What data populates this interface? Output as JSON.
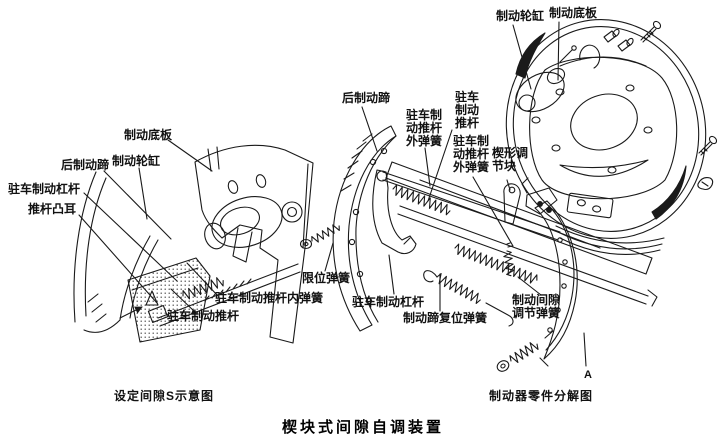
{
  "title": "楔块式间隙自调装置",
  "figures": {
    "left": {
      "caption": "设定间隙S示意图",
      "labels": {
        "backing_plate": "制动底板",
        "wheel_cylinder": "制动轮缸",
        "rear_shoe": "后制动蹄",
        "park_brake_lever": "驻车制动杠杆",
        "pushrod_lug": "推杆凸耳",
        "pushrod_inner_spring": "驻车制动推杆内弹簧",
        "pushrod": "驻车制动推杆"
      }
    },
    "exploded": {
      "caption": "制动器零件分解图",
      "labels": {
        "rear_shoe": "后制动蹄",
        "pushrod_outer_spring_upper": "驻车制动推杆外弹簧",
        "pushrod": "驻车制动推杆",
        "pushrod_outer_spring_lower": "驻车制动推杆外弹簧",
        "wedge_adjust_block": "楔形调节块",
        "wheel_cylinder": "制动轮缸",
        "backing_plate": "制动底板",
        "limit_spring": "限位弹簧",
        "park_brake_lever": "驻车制动杠杆",
        "shoe_return_spring": "制动蹄复位弹簧",
        "clearance_adjust_spring": "制动间隙调节弹簧",
        "marker_a": "A"
      }
    }
  },
  "colors": {
    "ink": "#1a1a1a",
    "paper": "#ffffff"
  }
}
